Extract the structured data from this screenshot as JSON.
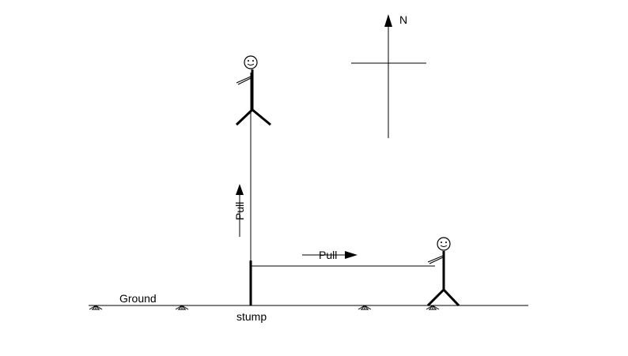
{
  "labels": {
    "north": "N",
    "pull_vertical": "Pull",
    "pull_horizontal": "Pull",
    "ground": "Ground",
    "stump": "stump"
  },
  "colors": {
    "ink": "#000000",
    "background": "#ffffff"
  },
  "icons": {
    "person_top": "stick-figure-icon",
    "person_right": "stick-figure-icon",
    "compass": "compass-icon"
  }
}
